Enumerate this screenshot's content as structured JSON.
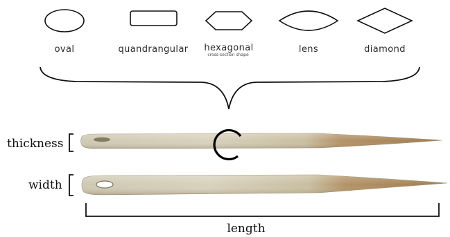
{
  "shapes": [
    {
      "icon": "oval-shape-icon",
      "label": "oval"
    },
    {
      "icon": "quadrangular-shape-icon",
      "label": "quandrangular"
    },
    {
      "icon": "hexagonal-shape-icon",
      "label": "hexagonal"
    },
    {
      "icon": "lens-shape-icon",
      "label": "lens"
    },
    {
      "icon": "diamond-shape-icon",
      "label": "diamond"
    }
  ],
  "group_caption": "cross-section shape",
  "measures": {
    "thickness": "thickness",
    "width": "width",
    "length": "length"
  },
  "colors": {
    "outline": "#111111",
    "bone_light": "#d9d2bd",
    "bone_mid": "#c8bfa4",
    "bone_tip": "#a8875c"
  }
}
